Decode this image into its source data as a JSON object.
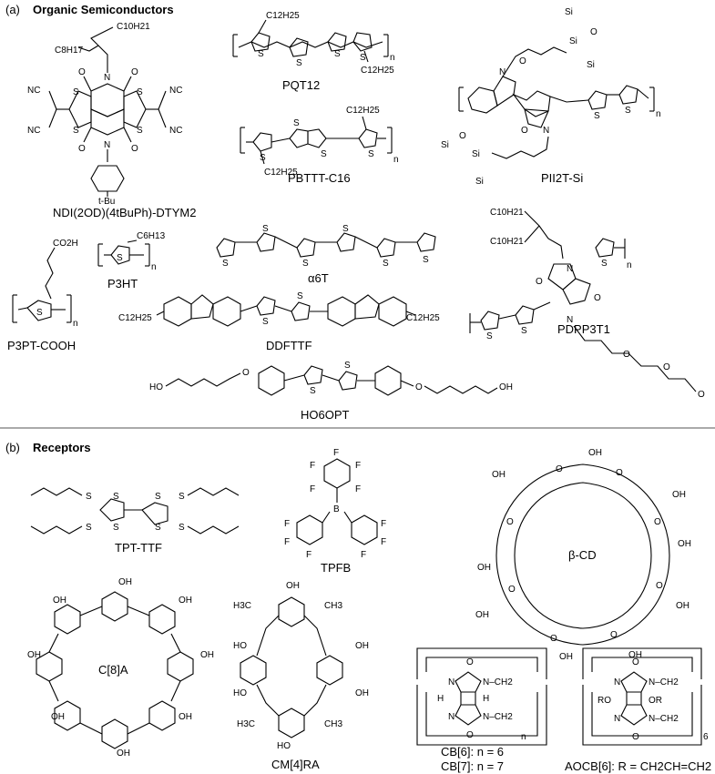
{
  "panel_a": {
    "tag": "(a)",
    "heading": "Organic Semiconductors"
  },
  "panel_b": {
    "tag": "(b)",
    "heading": "Receptors"
  },
  "compounds_a": [
    "NDI(2OD)(4tBuPh)-DTYM2",
    "PQT12",
    "PBTTT-C16",
    "PII2T-Si",
    "P3PT-COOH",
    "P3HT",
    "α6T",
    "DDFTTF",
    "PDPP3T1",
    "HO6OPT"
  ],
  "compounds_b": [
    "TPT-TTF",
    "TPFB",
    "β-CD",
    "C[8]A",
    "CM[4]RA",
    "CB[6]: n = 6",
    "CB[7]: n = 7",
    "AOCB[6]: R = CH2CH=CH2"
  ],
  "atoms": {
    "s": "S",
    "o": "O",
    "n": "N",
    "b": "B",
    "f": "F",
    "h": "H",
    "si": "Si",
    "oh": "OH",
    "cn": "NC",
    "cooh": "CO2H",
    "tbu": "t-Bu",
    "c10h21": "C10H21",
    "c8h17": "C8H17",
    "c12h25": "C12H25",
    "c6h13": "C6H13",
    "ho": "HO",
    "h3c": "H3C",
    "ch3": "CH3",
    "ch2": "N–CH2",
    "ro": "RO",
    "or": "OR",
    "n_sub": "n",
    "six_sub": "6"
  }
}
